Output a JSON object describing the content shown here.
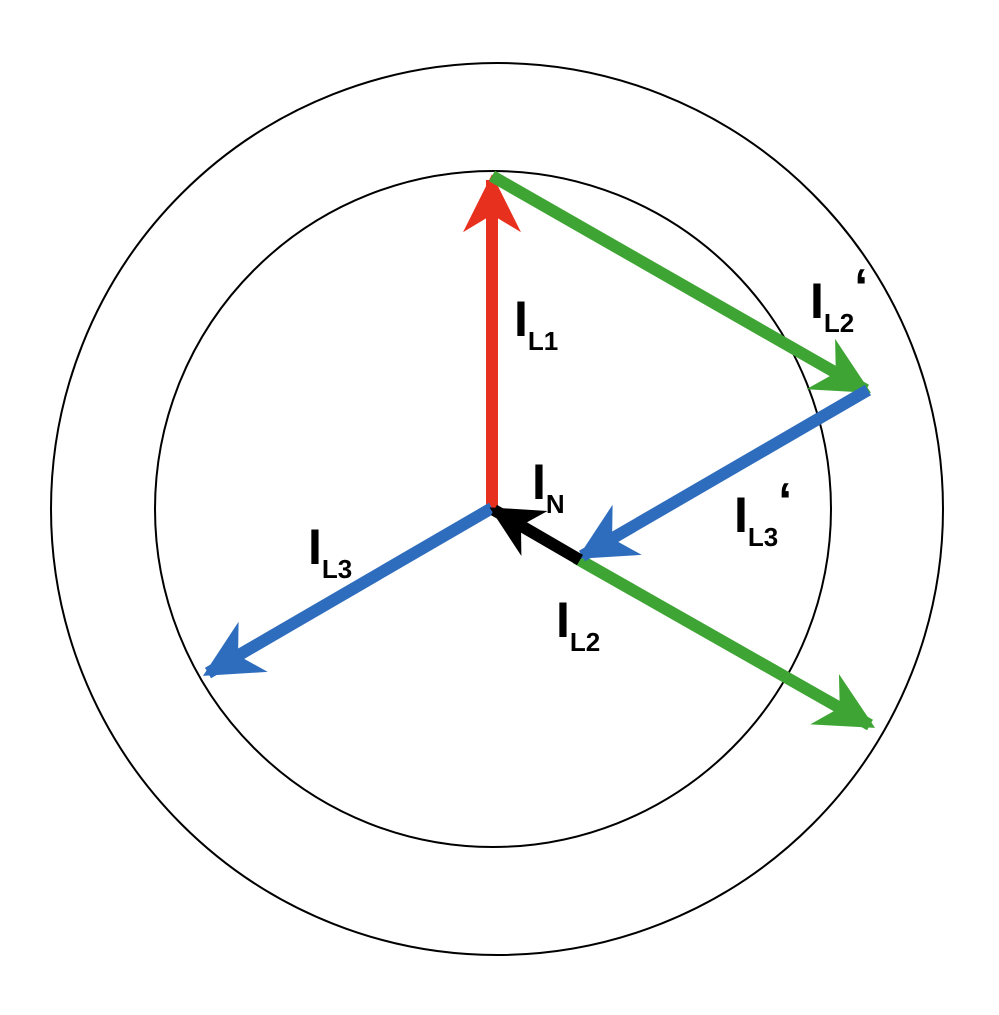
{
  "colors": {
    "background": "#ffffff",
    "circle": "#000000",
    "l1": "#e8301f",
    "l2": "#3ea534",
    "l3": "#2e6cbd",
    "neutral": "#000000"
  },
  "labels": {
    "il1": {
      "main": "I",
      "sub": "L1",
      "prime": ""
    },
    "il2": {
      "main": "I",
      "sub": "L2",
      "prime": ""
    },
    "il3": {
      "main": "I",
      "sub": "L3",
      "prime": ""
    },
    "in": {
      "main": "I",
      "sub": "N",
      "prime": ""
    },
    "il2_prime": {
      "main": "I",
      "sub": "L2",
      "prime": "‘"
    },
    "il3_prime": {
      "main": "I",
      "sub": "L3",
      "prime": "‘"
    }
  }
}
